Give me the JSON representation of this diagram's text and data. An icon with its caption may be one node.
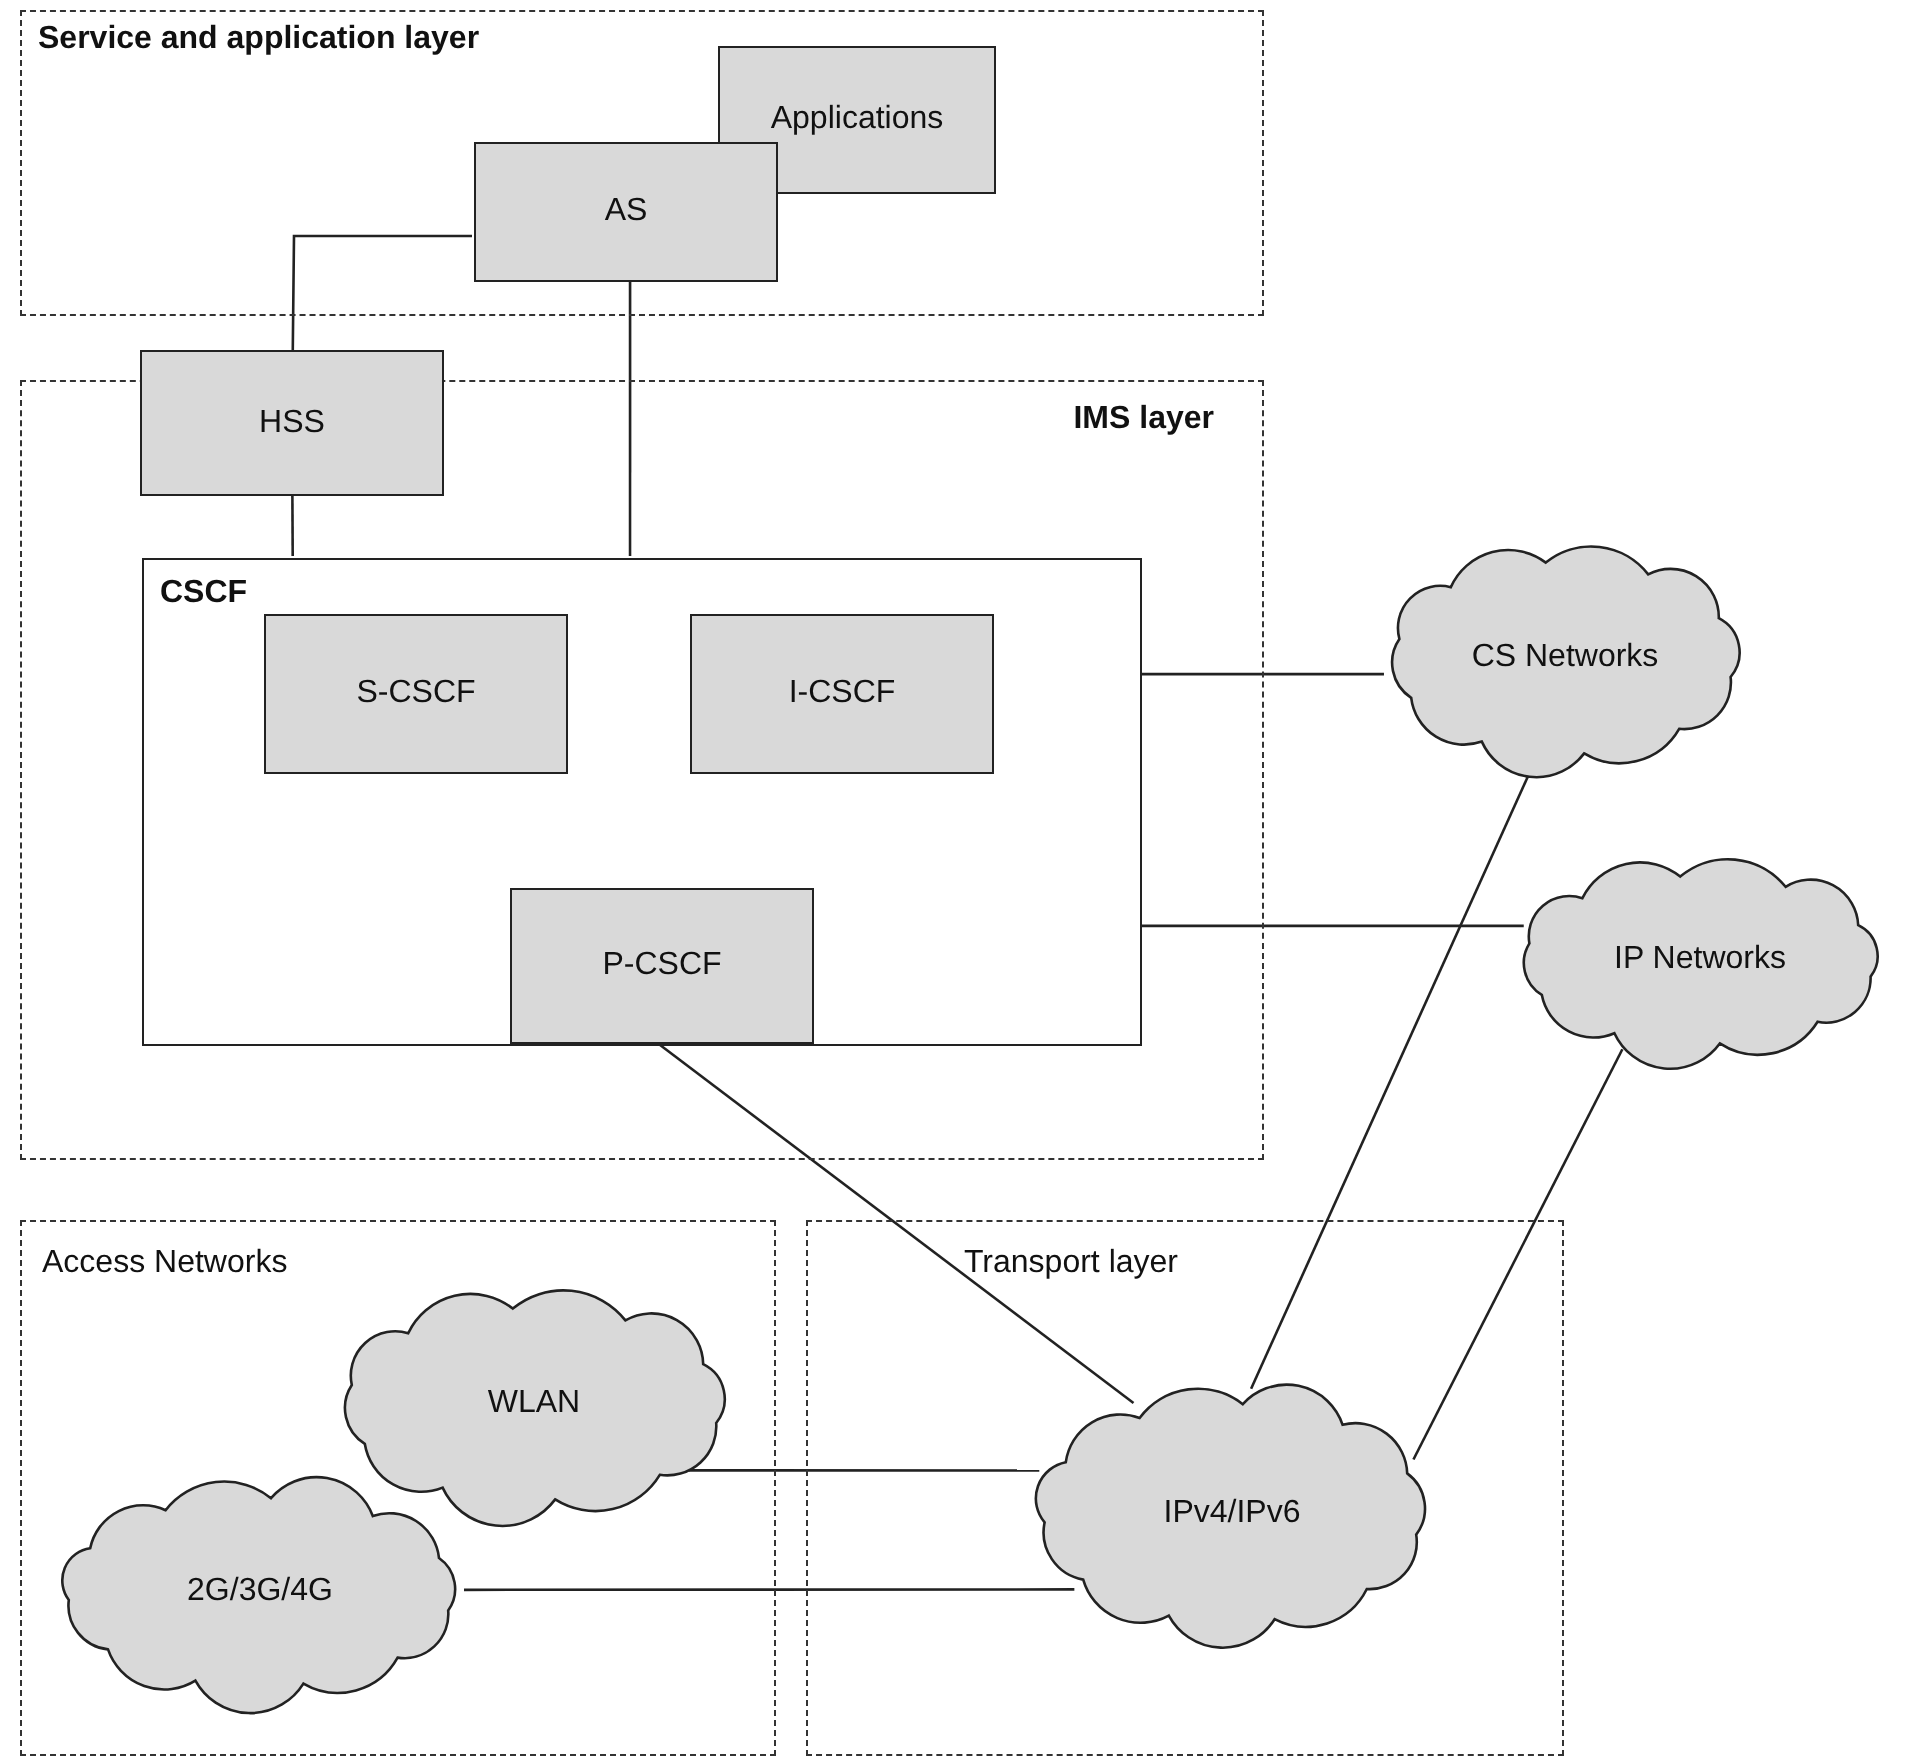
{
  "diagram": {
    "nodes": [
      {
        "text": [
          "Service and application layer"
        ]
      },
      {
        "text": [
          "Applications"
        ],
        "in": 0
      },
      {
        "text": [
          "AS"
        ],
        "in": 0
      },
      {
        "text": [
          "IMS layer"
        ]
      },
      {
        "text": [
          "HSS"
        ]
      },
      {
        "text": [
          "CSCF"
        ],
        "in": 3
      },
      {
        "text": [
          "S-CSCF"
        ],
        "in": 5
      },
      {
        "text": [
          "I-CSCF"
        ],
        "in": 5
      },
      {
        "text": [
          "P-CSCF"
        ],
        "in": 5
      },
      {
        "text": [
          "CS Networks"
        ]
      },
      {
        "text": [
          "IP Networks"
        ]
      },
      {
        "text": [
          "Access Networks"
        ]
      },
      {
        "text": [
          "WLAN"
        ],
        "in": 11
      },
      {
        "text": [
          "2G/3G/4G"
        ],
        "in": 11
      },
      {
        "text": [
          "Transport layer"
        ]
      },
      {
        "text": [
          "IPv4/IPv6"
        ],
        "in": 14
      }
    ],
    "edges": [
      {
        "from": 4,
        "to": 2,
        "arrow": "none"
      },
      {
        "from": 2,
        "to": 5,
        "arrow": "none"
      },
      {
        "from": 4,
        "to": 5,
        "arrow": "none"
      },
      {
        "from": 5,
        "to": 9,
        "arrow": "none"
      },
      {
        "from": 5,
        "to": 10,
        "arrow": "none"
      },
      {
        "from": 5,
        "to": 15,
        "arrow": "none"
      },
      {
        "from": 9,
        "to": 15,
        "arrow": "none"
      },
      {
        "from": 10,
        "to": 15,
        "arrow": "none"
      },
      {
        "from": 12,
        "to": 15,
        "arrow": "none"
      },
      {
        "from": 13,
        "to": 15,
        "arrow": "none"
      }
    ]
  }
}
